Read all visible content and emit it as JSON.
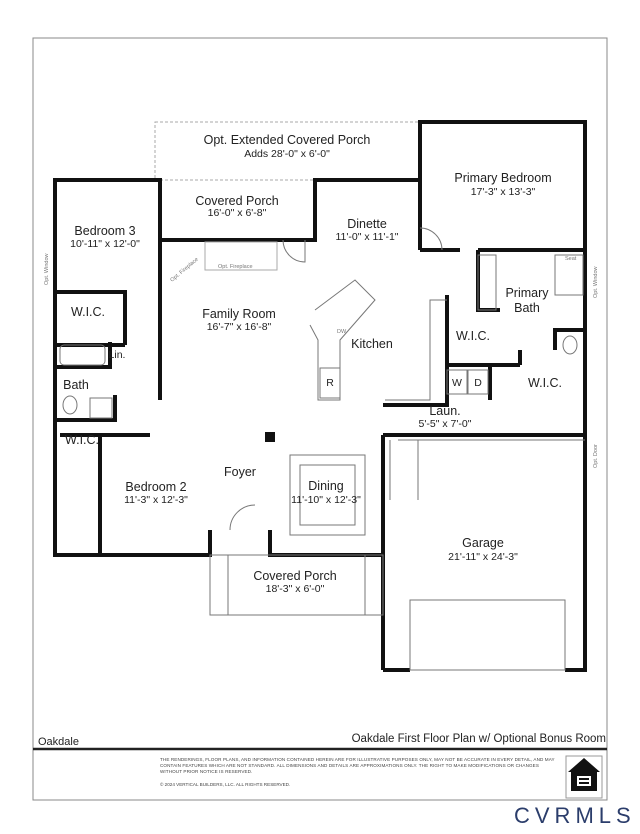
{
  "plan": {
    "rooms": {
      "ext_porch": {
        "name": "Opt. Extended Covered Porch",
        "dims": "Adds 28'-0\" x 6'-0\""
      },
      "rear_porch": {
        "name": "Covered Porch",
        "dims": "16'-0\" x 6'-8\""
      },
      "bedroom3": {
        "name": "Bedroom 3",
        "dims": "10'-11\" x 12'-0\""
      },
      "dinette": {
        "name": "Dinette",
        "dims": "11'-0\" x 11'-1\""
      },
      "primary_bedroom": {
        "name": "Primary Bedroom",
        "dims": "17'-3\" x 13'-3\""
      },
      "family_room": {
        "name": "Family Room",
        "dims": "16'-7\" x 16'-8\""
      },
      "kitchen": {
        "name": "Kitchen"
      },
      "primary_bath": {
        "name": "Primary",
        "name2": "Bath"
      },
      "wic1": {
        "name": "W.I.C."
      },
      "wic2": {
        "name": "W.I.C."
      },
      "wic3": {
        "name": "W.I.C."
      },
      "wic4": {
        "name": "W.I.C."
      },
      "linen": {
        "name": "Lin."
      },
      "bath": {
        "name": "Bath"
      },
      "laundry": {
        "name": "Laun.",
        "dims": "5'-5\" x 7'-0\""
      },
      "bedroom2": {
        "name": "Bedroom 2",
        "dims": "11'-3\" x 12'-3\""
      },
      "foyer": {
        "name": "Foyer"
      },
      "dining": {
        "name": "Dining",
        "dims": "11'-10\" x 12'-3\""
      },
      "garage": {
        "name": "Garage",
        "dims": "21'-11\" x 24'-3\""
      },
      "front_porch": {
        "name": "Covered Porch",
        "dims": "18'-3\" x 6'-0\""
      }
    },
    "notes": {
      "opt_window_left": "Opt. Window",
      "opt_window_right": "Opt. Window",
      "opt_fireplace": "Opt. Fireplace",
      "opt_fireplace_corner": "Opt. Fireplace",
      "opt_door": "Opt. Door",
      "seat": "Seat",
      "washer": "W",
      "dryer": "D",
      "range": "R",
      "dishwasher": "DW"
    }
  },
  "footer": {
    "plan_name": "Oakdale",
    "plan_title": "Oakdale First Floor Plan w/ Optional Bonus Room",
    "disclaimer": "THE RENDERINGS, FLOOR PLANS, AND INFORMATION CONTAINED HEREIN ARE FOR ILLUSTRATIVE PURPOSES ONLY, MAY NOT BE ACCURATE IN EVERY DETAIL, AND MAY CONTAIN FEATURES WHICH ARE NOT STANDARD. ALL DIMENSIONS AND DETAILS ARE APPROXIMATIONS ONLY. THE RIGHT TO MAKE MODIFICATIONS OR CHANGES WITHOUT PRIOR NOTICE IS RESERVED.",
    "copyright": "© 2024 VERTICAL BUILDERS, LLC. ALL RIGHTS RESERVED.",
    "mls_logo": "CVRMLS"
  }
}
